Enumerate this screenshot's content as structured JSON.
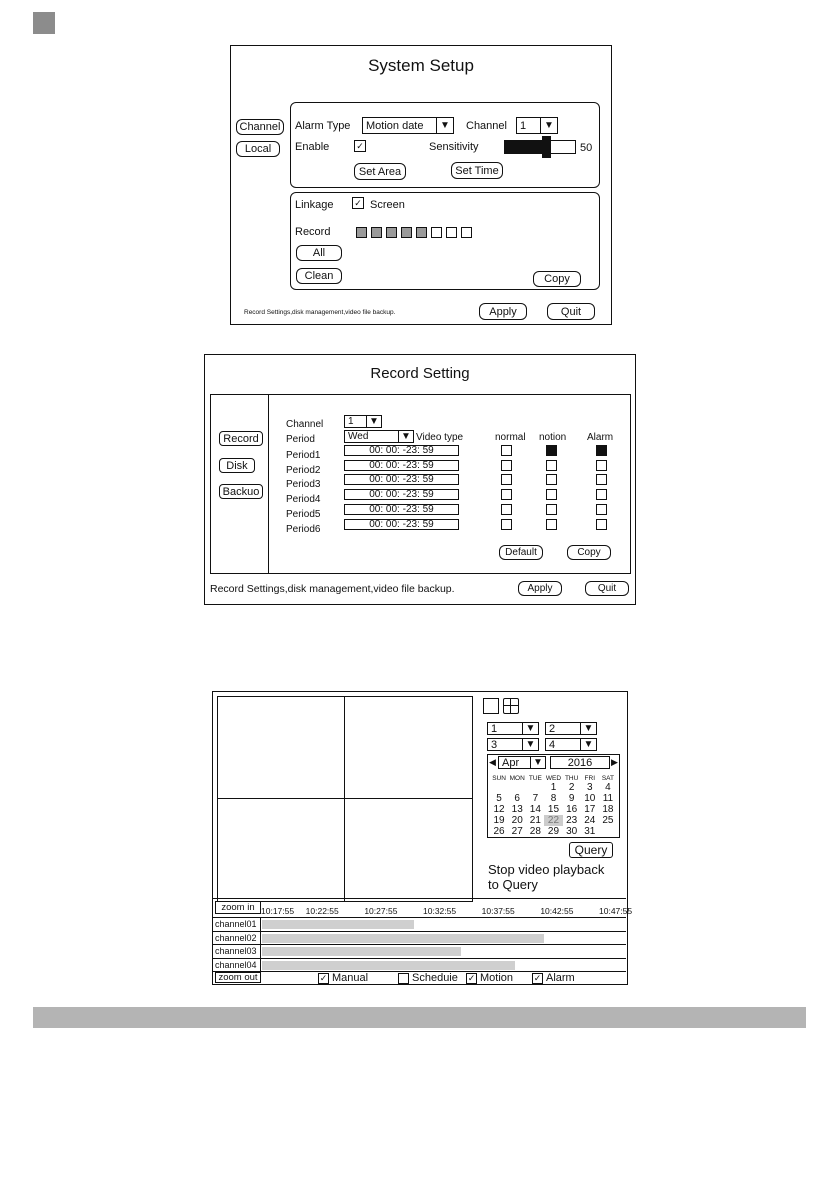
{
  "system_setup": {
    "title": "System Setup",
    "tabs": [
      "Channel",
      "Local"
    ],
    "alarm_type_label": "Alarm Type",
    "alarm_type_value": "Motion date",
    "channel_label": "Channel",
    "channel_value": "1",
    "enable_label": "Enable",
    "sensitivity_label": "Sensitivity",
    "sensitivity_value": "50",
    "sensitivity_fraction": 0.59,
    "set_area": "Set Area",
    "set_time": "Set Time",
    "linkage_label": "Linkage",
    "screen_label": "Screen",
    "record_label": "Record",
    "record_channels_on": [
      true,
      true,
      true,
      true,
      true,
      false,
      false,
      false
    ],
    "all_button": "All",
    "clean_button": "Clean",
    "copy_button": "Copy",
    "footer": "Record Settings,disk management,video file backup.",
    "apply": "Apply",
    "quit": "Quit"
  },
  "record_setting": {
    "title": "Record Setting",
    "tabs": [
      "Record",
      "Disk",
      "Backuo"
    ],
    "channel_label": "Channel",
    "channel_value": "1",
    "period_label": "Period",
    "period_value": "Wed",
    "video_type_label": "Video type",
    "col_headers": [
      "normal",
      "notion",
      "Alarm"
    ],
    "periods": [
      {
        "name": "Period1",
        "time": "00: 00: -23: 59",
        "checks": [
          false,
          true,
          true
        ]
      },
      {
        "name": "Period2",
        "time": "00: 00: -23: 59",
        "checks": [
          false,
          false,
          false
        ]
      },
      {
        "name": "Period3",
        "time": "00: 00: -23: 59",
        "checks": [
          false,
          false,
          false
        ]
      },
      {
        "name": "Period4",
        "time": "00: 00: -23: 59",
        "checks": [
          false,
          false,
          false
        ]
      },
      {
        "name": "Period5",
        "time": "00: 00: -23: 59",
        "checks": [
          false,
          false,
          false
        ]
      },
      {
        "name": "Period6",
        "time": "00: 00: -23: 59",
        "checks": [
          false,
          false,
          false
        ]
      }
    ],
    "default_button": "Default",
    "copy_button": "Copy",
    "footer": "Record Settings,disk management,video file backup.",
    "apply": "Apply",
    "quit": "Quit"
  },
  "playback": {
    "channel_selects": [
      "1",
      "2",
      "3",
      "4"
    ],
    "month": "Apr",
    "year": "2016",
    "weekdays": [
      "SUN",
      "MON",
      "TUE",
      "WED",
      "THU",
      "FRI",
      "SAT"
    ],
    "days": [
      "",
      "",
      "",
      "1",
      "2",
      "3",
      "4",
      "5",
      "6",
      "7",
      "8",
      "9",
      "10",
      "11",
      "12",
      "13",
      "14",
      "15",
      "16",
      "17",
      "18",
      "19",
      "20",
      "21",
      "22",
      "23",
      "24",
      "25",
      "26",
      "27",
      "28",
      "29",
      "30",
      "31"
    ],
    "selected_day": "22",
    "query_button": "Query",
    "note_line1": "Stop video playback",
    "note_line2": "to Query",
    "zoom_in": "zoom in",
    "zoom_out": "zoom out",
    "timeline": [
      "10:17:55",
      "10:22:55",
      "10:27:55",
      "10:32:55",
      "10:37:55",
      "10:42:55",
      "10:47:55"
    ],
    "channels": [
      {
        "name": "channel01",
        "fill": 0.42
      },
      {
        "name": "channel02",
        "fill": 0.78
      },
      {
        "name": "channel03",
        "fill": 0.55
      },
      {
        "name": "channel04",
        "fill": 0.7
      }
    ],
    "filters": [
      {
        "label": "Manual",
        "checked": true
      },
      {
        "label": "Scheduie",
        "checked": false
      },
      {
        "label": "Motion",
        "checked": true
      },
      {
        "label": "Alarm",
        "checked": true
      }
    ]
  }
}
